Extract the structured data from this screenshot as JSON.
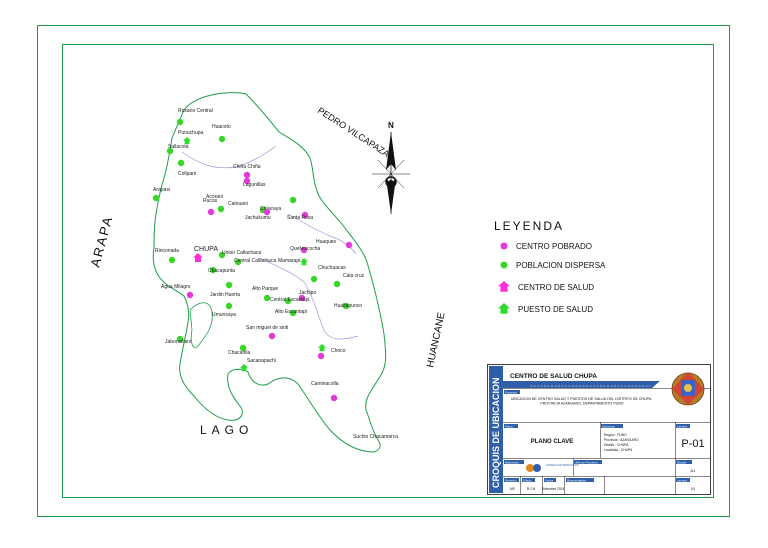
{
  "map": {
    "regions": [
      "ARAPA",
      "PEDRO VILCAPAZA",
      "HUANCANE",
      "LAGO"
    ],
    "north": "N",
    "brand_color": "#1e9e4a",
    "legend": {
      "title": "LEYENDA",
      "items": [
        {
          "label": "CENTRO POBRADO",
          "color": "#e23ad6",
          "icon": "dot-icon"
        },
        {
          "label": "POBLACION DISPERSA",
          "color": "#39d62a",
          "icon": "dot-icon"
        },
        {
          "label": "CENTRO DE SALUD",
          "color": "#ff2fd8",
          "icon": "house-icon"
        },
        {
          "label": "PUESTO DE SALUD",
          "color": "#2fdc2f",
          "icon": "house-icon"
        }
      ]
    },
    "places": [
      "Rosario Central",
      "Huacoto",
      "Punuchupa",
      "Sallacota",
      "Collpani",
      "Chiña Chiña",
      "Lagunillas",
      "Arapasi",
      "Acorani",
      "Rucos",
      "Cainaani",
      "Chijuraya",
      "Jachukumu",
      "Santa Rosa",
      "Rinconada",
      "CHUPA",
      "Union Callachaca",
      "Central Callachaca",
      "Quelwacocha",
      "Mamarapi",
      "Huaques",
      "Chacapunta",
      "Chuchuacas",
      "Cala cruz",
      "Agua Milagro",
      "Jardin Huerta",
      "Alto Parque",
      "Jachipo",
      "Central Escantapi",
      "Hualtapunco",
      "Alto Escantapi",
      "Umunsaya",
      "San miguel de sinti",
      "Jabonsillani",
      "Chacarilla",
      "Sacanapachi",
      "Choco",
      "Caminacolla",
      "Suchio Chacamarca"
    ]
  },
  "title_block": {
    "vertical_label": "CROQUIS DE UBICACION",
    "title": "CENTRO DE SALUD CHUPA",
    "project_label": "Proyecto",
    "project": "UBICACION DE CENTRO SALUD Y PUESTOS DE SALUD DEL DISTRITO DE CHUPA, PROVINCIA AZANGARO, DEPARTAMENTO PUNO",
    "plano_label": "Plano",
    "plano": "PLANO CLAVE",
    "ubicacion_label": "Ubicacion",
    "location_rows": [
      "Region : PUNO",
      "Provincia : AZANGARO",
      "Distrito : CHUPA",
      "Localidad : CHUPA"
    ],
    "lamina_label": "Lamina",
    "lamina": "P-01",
    "elaborado_label": "Elaborado",
    "jefe_label": "Jefe de Proyecto",
    "escala_label": "Escala",
    "escala": "A1",
    "revision_label": "Revision",
    "revision": "0/8",
    "dibujo_label": "Dibujo",
    "dibujo": "R.CH",
    "fecha_label": "Fecha",
    "fecha": "Diciembre 2024",
    "responsable_label": "Responsables",
    "hoja_label": "Lamina",
    "hoja": "01",
    "logo_text": "CONSEJO DE PRODUCCION"
  }
}
